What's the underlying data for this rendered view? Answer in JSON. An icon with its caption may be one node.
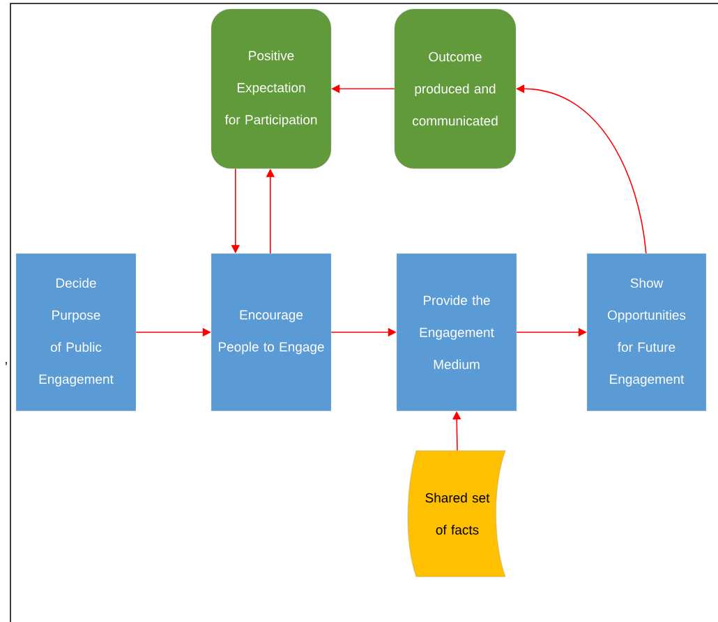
{
  "diagram": {
    "nodes": [
      {
        "text": [
          "Positive Expectation for Participation"
        ]
      },
      {
        "text": [
          "Outcome produced and communicated"
        ]
      },
      {
        "text": [
          "Decide Purpose of Public Engagement"
        ],
        "beside": [
          ","
        ]
      },
      {
        "text": [
          "Encourage People to Engage"
        ]
      },
      {
        "text": [
          "Provide the Engagement Medium"
        ]
      },
      {
        "text": [
          "Show Opportunities for Future Engagement"
        ]
      },
      {
        "text": [
          "Shared set of facts"
        ]
      }
    ],
    "edges": [
      {
        "from": 1,
        "to": 0,
        "arrow": "to"
      },
      {
        "from": 0,
        "to": 3,
        "arrow": "to"
      },
      {
        "from": 3,
        "to": 0,
        "arrow": "to"
      },
      {
        "from": 2,
        "to": 3,
        "arrow": "to"
      },
      {
        "from": 3,
        "to": 4,
        "arrow": "to"
      },
      {
        "from": 4,
        "to": 5,
        "arrow": "to"
      },
      {
        "from": 6,
        "to": 4,
        "arrow": "to"
      },
      {
        "from": 5,
        "to": 1,
        "arrow": "to"
      }
    ]
  }
}
